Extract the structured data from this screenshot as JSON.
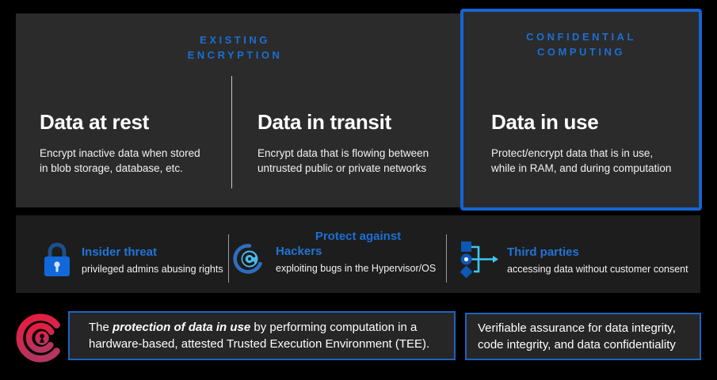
{
  "top": {
    "existing": {
      "heading": "EXISTING\nENCRYPTION",
      "columns": [
        {
          "title": "Data at rest",
          "desc": "Encrypt inactive data when stored\nin blob storage, database, etc."
        },
        {
          "title": "Data in transit",
          "desc": "Encrypt data that is flowing between\nuntrusted public or private networks"
        }
      ]
    },
    "confidential": {
      "heading": "CONFIDENTIAL\nCOMPUTING",
      "column": {
        "title": "Data in use",
        "desc": "Protect/encrypt data that is in use,\nwhile in RAM, and during computation"
      }
    }
  },
  "protect": {
    "title": "Protect against",
    "items": [
      {
        "icon": "lock-icon",
        "title": "Insider threat",
        "desc": "privileged admins abusing rights"
      },
      {
        "icon": "hacker-swirl-icon",
        "title": "Hackers",
        "desc": "exploiting bugs in the Hypervisor/OS"
      },
      {
        "icon": "third-parties-flow-icon",
        "title": "Third parties",
        "desc": "accessing data without customer consent"
      }
    ]
  },
  "bottom": {
    "logo": "confidential-computing-consortium-logo",
    "definition": {
      "prefix": "The ",
      "emphasis": "protection of data in use",
      "suffix": " by performing computation in a hardware-based, attested Trusted Execution Environment (TEE)."
    },
    "assurance": "Verifiable assurance for data integrity,\ncode integrity, and data confidentiality"
  },
  "colors": {
    "accent_blue": "#1b6fd4",
    "item_title_blue": "#2174d8",
    "confidential_border_blue": "#1565d3",
    "bottom_box_border_blue": "#1e63bd",
    "panel_top_gray": "#2b2b2b",
    "panel_middle_gray": "#1d1d1d",
    "bottom_box_gray": "#262626",
    "logo_red": "#e11b3d",
    "background": "#000000"
  }
}
